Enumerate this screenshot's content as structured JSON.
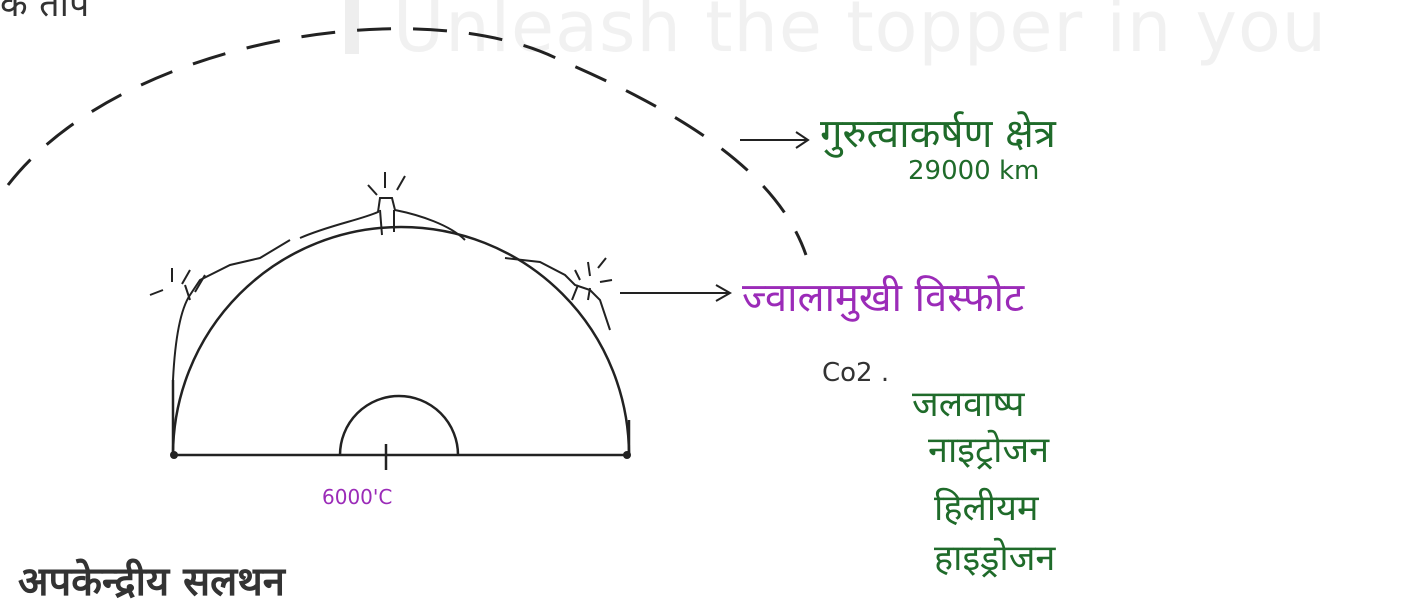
{
  "watermark": "Unleash the topper in you",
  "top_fragment": "क ताप",
  "gravity_label": "गुरुत्वाकर्षण क्षेत्र",
  "gravity_distance": "29000 km",
  "volcano_label": "ज्वालामुखी विस्फोट",
  "core_temperature": "6000'C",
  "gases": {
    "co2": "Co2 .",
    "items": [
      "जलवाष्प",
      "नाइट्रोजन",
      "हिलीयम",
      "हाइड्रोजन"
    ]
  },
  "bottom_fragment": "अपकेन्द्रीय सलथन",
  "colors": {
    "green_ink": "#1f6b2a",
    "purple_ink": "#9b2bb8",
    "pencil": "#333333"
  }
}
